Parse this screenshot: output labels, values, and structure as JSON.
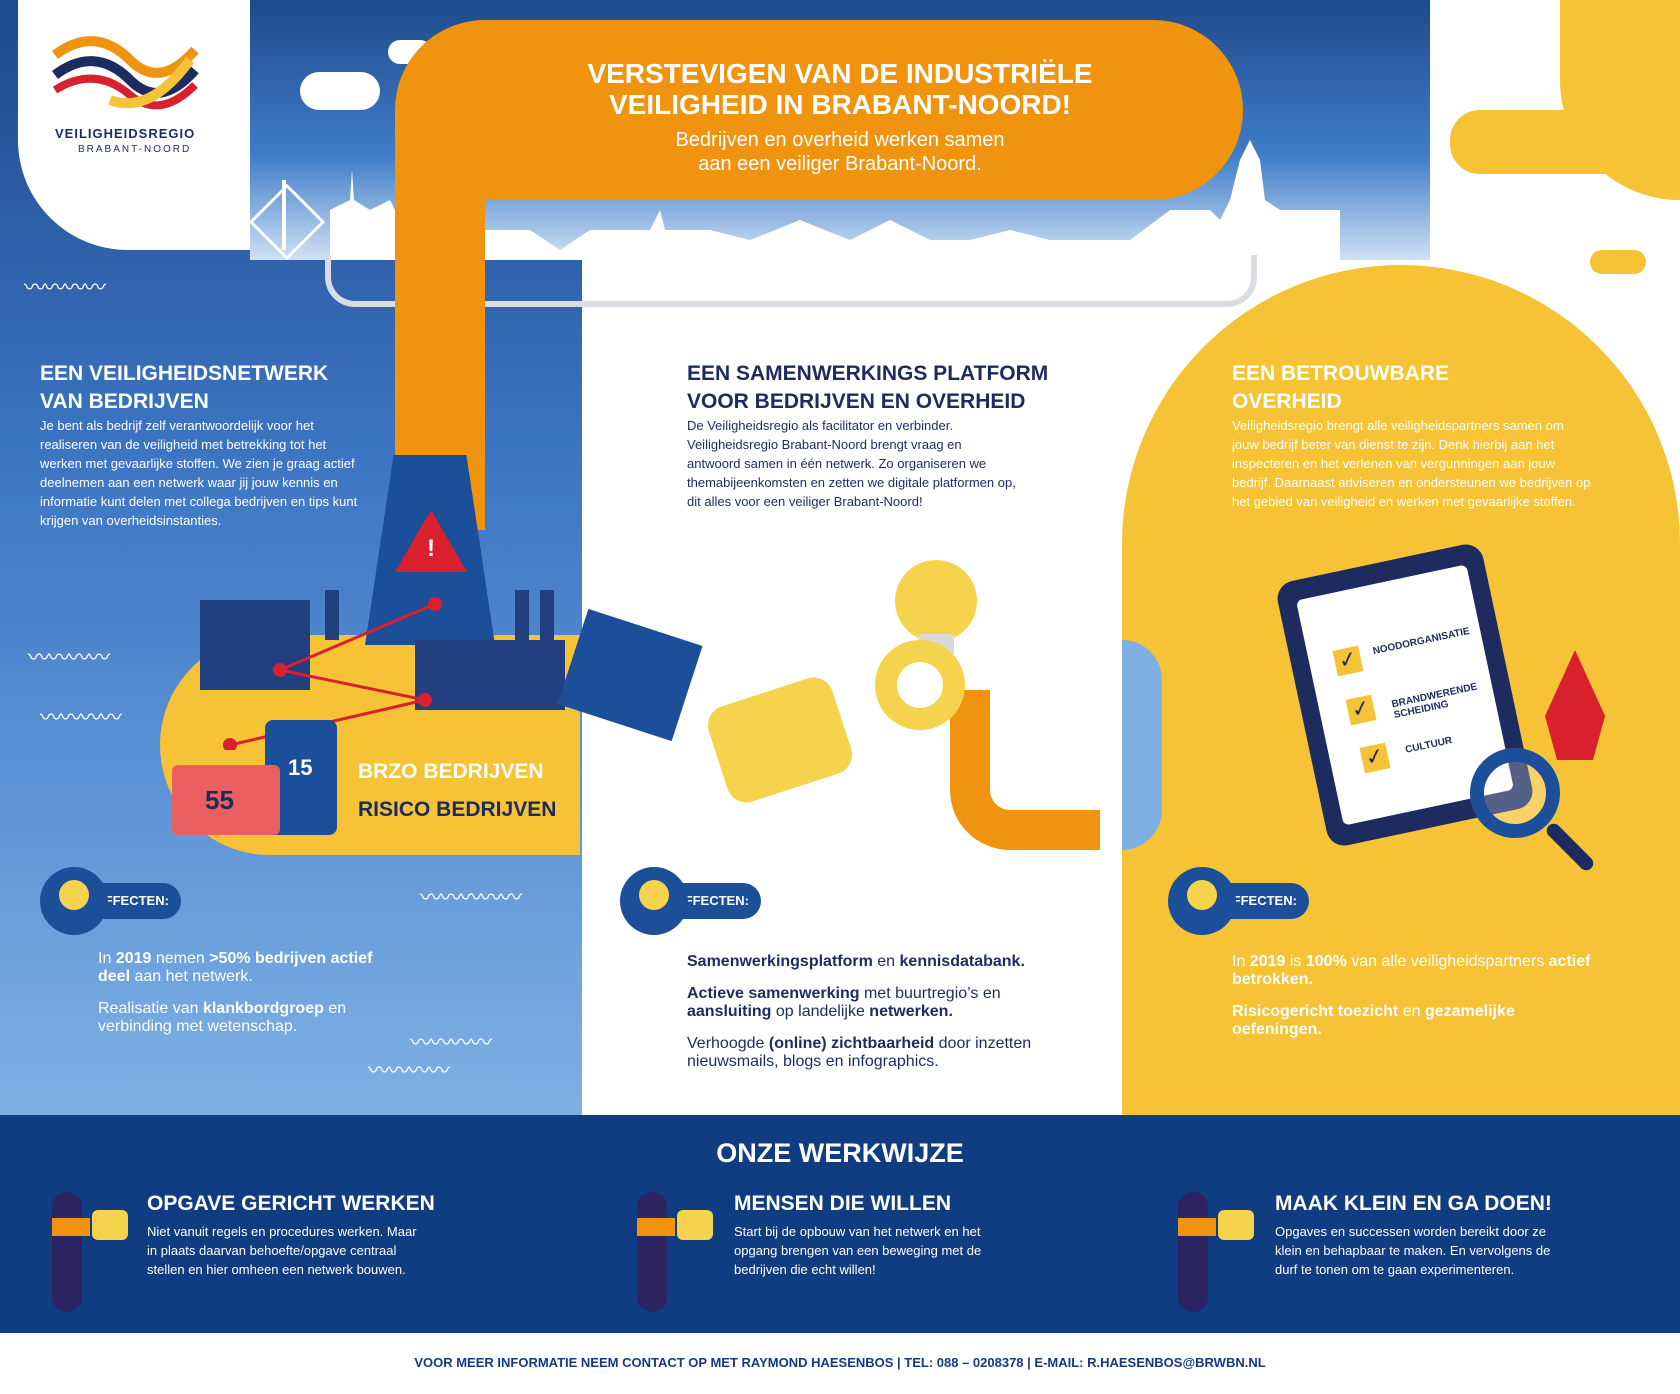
{
  "logo": {
    "title": "VEILIGHEIDSREGIO",
    "subtitle": "BRABANT-NOORD"
  },
  "header": {
    "title_line1": "VERSTEVIGEN VAN DE INDUSTRIËLE",
    "title_line2": "VEILIGHEID IN BRABANT-NOORD!",
    "subtitle_line1": "Bedrijven en overheid werken samen",
    "subtitle_line2": "aan een veiliger Brabant-Noord."
  },
  "left": {
    "heading_line1": "EEN VEILIGHEIDSNETWERK",
    "heading_line2": "VAN BEDRIJVEN",
    "text": "Je bent als bedrijf zelf verantwoordelijk voor het realiseren van de veiligheid met betrekking tot het werken met gevaarlijke stoffen. We zien je graag actief deelnemen aan een netwerk waar jij jouw kennis en informatie kunt delen met collega bedrijven en tips kunt krijgen van overheidsinstanties.",
    "warning_symbol": "!",
    "brzo_count": "15",
    "risico_count": "55",
    "brzo_label": "BRZO BEDRIJVEN",
    "risico_label": "RISICO BEDRIJVEN",
    "effects_label": "EFFECTEN:",
    "effect1_a": "In ",
    "effect1_b": "2019",
    "effect1_c": " nemen ",
    "effect1_d": ">50% bedrijven actief deel",
    "effect1_e": " aan het netwerk.",
    "effect2_a": "Realisatie van ",
    "effect2_b": "klankbordgroep",
    "effect2_c": " en verbinding met wetenschap."
  },
  "middle": {
    "heading_line1": "EEN SAMENWERKINGS PLATFORM",
    "heading_line2": "VOOR BEDRIJVEN EN OVERHEID",
    "text": "De Veiligheidsregio als facilitator en verbinder. Veiligheidsregio Brabant-Noord brengt vraag en antwoord samen in één netwerk. Zo organiseren we themabijeenkomsten en zetten we digitale platformen op, dit alles voor een veiliger Brabant-Noord!",
    "effects_label": "EFFECTEN:",
    "effect1_a": "Samenwerkingsplatform",
    "effect1_b": " en ",
    "effect1_c": "kennisdatabank.",
    "effect2_a": "Actieve samenwerking",
    "effect2_b": " met buurtregio’s en ",
    "effect2_c": "aansluiting",
    "effect2_d": " op landelijke ",
    "effect2_e": "netwerken.",
    "effect3_a": "Verhoogde ",
    "effect3_b": "(online) zichtbaarheid",
    "effect3_c": " door inzetten nieuwsmails, blogs en infographics."
  },
  "right": {
    "heading_line1": "EEN BETROUWBARE",
    "heading_line2": "OVERHEID",
    "text": "Veiligheidsregio brengt alle veiligheidspartners samen om jouw bedrijf beter van dienst te zijn. Denk hierbij aan het inspecteren en het verlenen van vergunningen aan jouw bedrijf. Daarnaast adviseren en ondersteunen we bedrijven op het gebied van veiligheid en werken met gevaarlijke stoffen.",
    "checklist": [
      "NOODORGANISATIE",
      "BRANDWERENDE SCHEIDING",
      "CULTUUR"
    ],
    "check_mark": "✓",
    "effects_label": "EFFECTEN:",
    "effect1_a": "In ",
    "effect1_b": "2019",
    "effect1_c": " is ",
    "effect1_d": "100%",
    "effect1_e": " van alle veiligheidspartners ",
    "effect1_f": "actief betrokken.",
    "effect2_a": "Risicogericht toezicht",
    "effect2_b": " en ",
    "effect2_c": "gezamelijke oefeningen."
  },
  "werkwijze": {
    "title": "ONZE WERKWIJZE",
    "items": [
      {
        "heading": "OPGAVE GERICHT WERKEN",
        "text": "Niet vanuit regels en procedures werken. Maar in plaats daarvan behoefte/opgave centraal stellen en hier omheen een netwerk bouwen."
      },
      {
        "heading": "MENSEN DIE WILLEN",
        "text": "Start bij de opbouw van het netwerk en het opgang brengen van een beweging met de bedrijven die echt willen!"
      },
      {
        "heading": "MAAK KLEIN EN GA DOEN!",
        "text": "Opgaves en successen worden bereikt door ze klein en behapbaar te maken. En vervolgens de durf te tonen om te gaan experimenteren."
      }
    ]
  },
  "footer": {
    "text": "VOOR MEER INFORMATIE NEEM CONTACT OP MET RAYMOND HAESENBOS | TEL: 088 – 0208378 | E-MAIL: R.HAESENBOS@BRWBN.NL"
  },
  "colors": {
    "navy": "#1d2b5e",
    "blue": "#1b4f9a",
    "orange": "#f0940f",
    "yellow": "#f6c236",
    "red": "#d8202e"
  }
}
